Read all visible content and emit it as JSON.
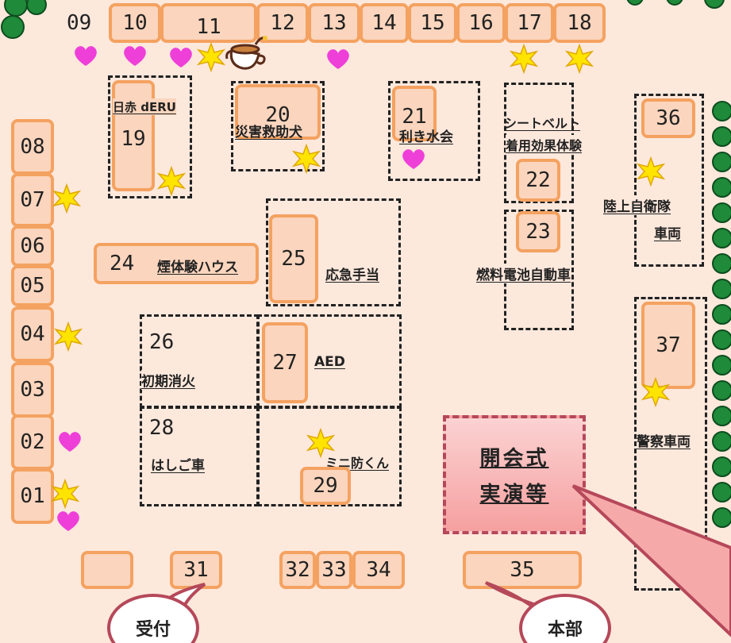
{
  "booths": {
    "b09": "09",
    "b10": "10",
    "b11": "11",
    "b12": "12",
    "b13": "13",
    "b14": "14",
    "b15": "15",
    "b16": "16",
    "b17": "17",
    "b18": "18",
    "b01": "01",
    "b02": "02",
    "b03": "03",
    "b04": "04",
    "b05": "05",
    "b06": "06",
    "b07": "07",
    "b08": "08",
    "b19": "19",
    "b20": "20",
    "b21": "21",
    "b22": "22",
    "b23": "23",
    "b24": "24",
    "b25": "25",
    "b26": "26",
    "b27": "27",
    "b28": "28",
    "b29": "29",
    "b31": "31",
    "b32": "32",
    "b33": "33",
    "b34": "34",
    "b35": "35",
    "b36": "36",
    "b37": "37"
  },
  "labels": {
    "nisseki": "日赤 dERU",
    "rescue_dog": "災害救助犬",
    "water_tasting": "利き水会",
    "seatbelt_1": "シートベルト",
    "seatbelt_2": "着用効果体験",
    "gsdf_1": "陸上自衛隊",
    "gsdf_2": "車両",
    "smoke_house": "煙体験ハウス",
    "first_aid": "応急手当",
    "fuel_cell": "燃料電池自動車",
    "aed": "AED",
    "initial_fire": "初期消火",
    "ladder_truck": "はしご車",
    "mini_bokun": "ミニ防くん",
    "police_vehicle": "警察車両"
  },
  "ceremony": {
    "line1": "開会式",
    "line2": "実演等"
  },
  "bubbles": {
    "reception": "受付",
    "hq": "本部"
  },
  "colors": {
    "background": "#fde8dc",
    "booth_fill": "#fbd5bd",
    "booth_border": "#f4a261",
    "heart": "#ee3fd8",
    "star": "#ffe400",
    "ceremony_fill": "#f6a0a0",
    "callout_border": "#b5485a",
    "tree": "#1f8a3a"
  },
  "icons": [
    "heart-icon",
    "star-icon",
    "teapot-icon",
    "tree-icon"
  ]
}
